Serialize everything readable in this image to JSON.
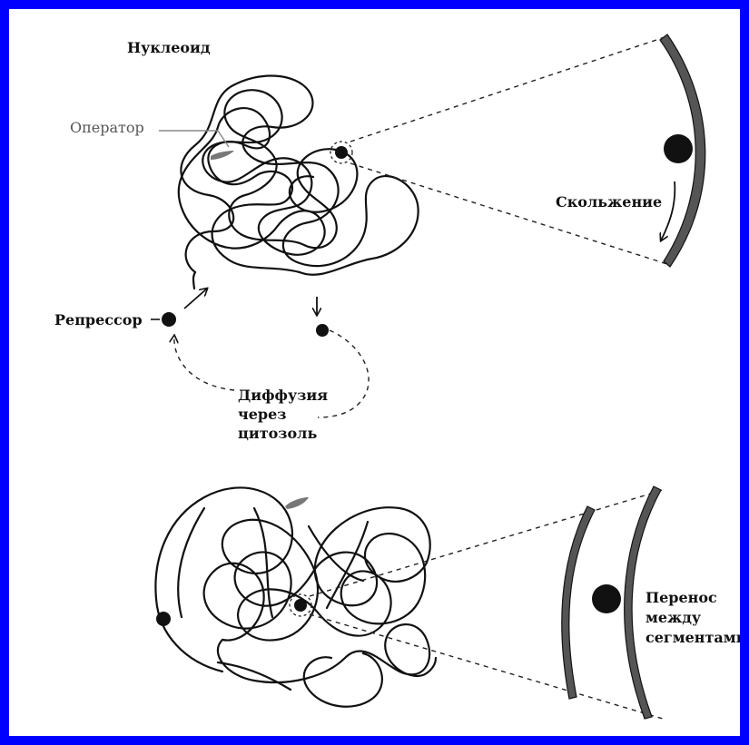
{
  "labels": {
    "nucleoid": "Нуклеоид",
    "operator": "Оператор",
    "sliding": "Скольжение",
    "repressor": "Репрессор",
    "diffusion_line1": "Диффузия",
    "diffusion_line2": "через",
    "diffusion_line3": "цитозоль",
    "transfer_line1": "Перенос",
    "transfer_line2": "между",
    "transfer_line3": "сегментами"
  },
  "colors": {
    "frame": "#0000ff",
    "background": "#ffffff",
    "dna_strand": "#111111",
    "operator_mark": "#777777",
    "segment_fill": "#555555"
  }
}
